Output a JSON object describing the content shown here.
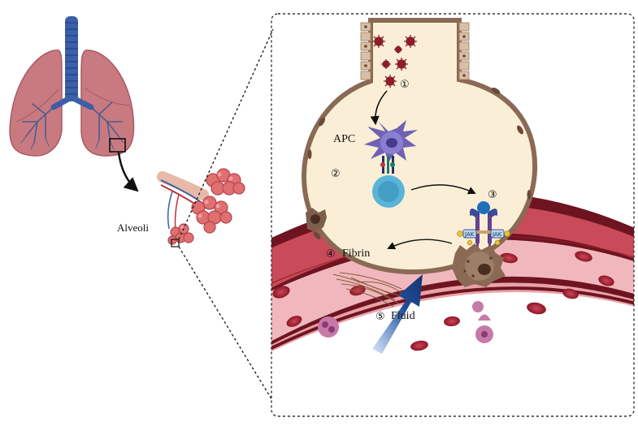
{
  "labels": {
    "alveoli": "Alveoli",
    "apc": "APC",
    "fibrin": "Fibrin",
    "fluid": "Fluid",
    "jak_left": "JAK",
    "jak_right": "JAK"
  },
  "steps": [
    "①",
    "②",
    "③",
    "④",
    "⑤"
  ],
  "colors": {
    "lung": "#c97a80",
    "lung_dark": "#a85a62",
    "trachea": "#3b5fa8",
    "alveolus_fill": "#faefd6",
    "alveolus_wall": "#8a6a55",
    "vessel": "#c94a58",
    "vessel_dark": "#6e1420",
    "rbc": "#9a1c2a",
    "virus": "#8b1f2a",
    "apc": "#6f62b5",
    "t_cell": "#5ab4d8",
    "fluid_arrow": "#1f4e9a",
    "callout_border": "#333333"
  }
}
